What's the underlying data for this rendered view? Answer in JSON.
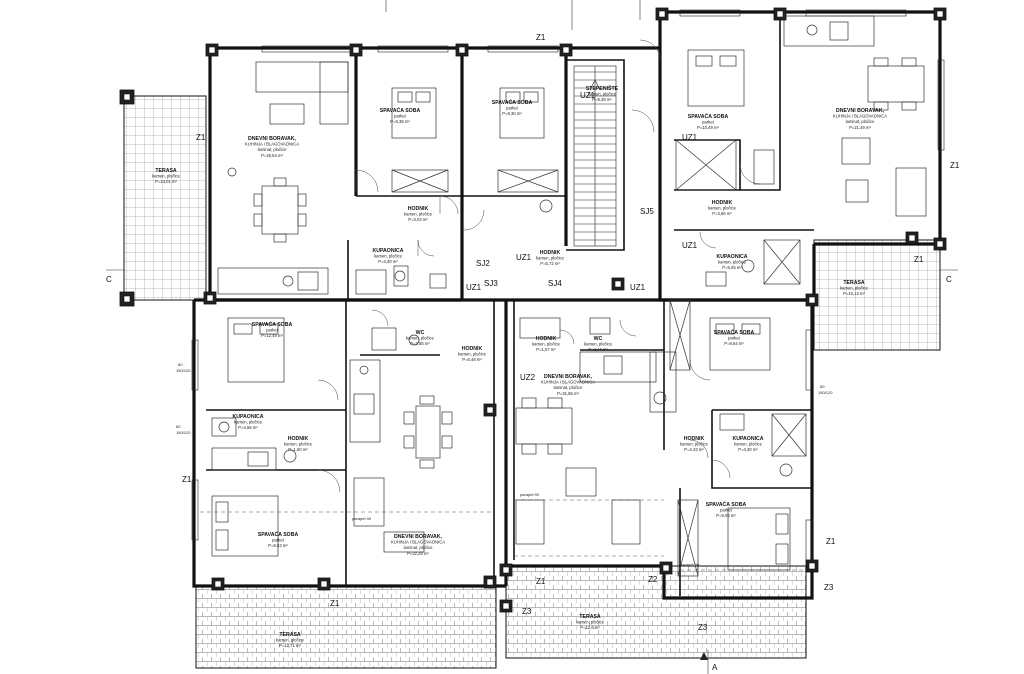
{
  "rooms": [
    {
      "id": "r1",
      "name": "DNEVNI BORAVAK,",
      "line2": "KUHINJA I BLAGOVAONICA",
      "line3": "laminat, pločice",
      "area": "P=26,54 m²"
    },
    {
      "id": "r2",
      "name": "SPAVAĆA SOBA",
      "line2": "parket",
      "area": "P=9,38 m²"
    },
    {
      "id": "r3",
      "name": "SPAVAĆA SOBA",
      "line2": "parket",
      "area": "P=9,30 m²"
    },
    {
      "id": "r4",
      "name": "STEPENIŠTE",
      "line2": "kamen, pločice",
      "area": "P=9,38 m²"
    },
    {
      "id": "r5",
      "name": "SPAVAĆA SOBA",
      "line2": "parket",
      "area": "P=10,49 m²"
    },
    {
      "id": "r6",
      "name": "DNEVNI BORAVAK,",
      "line2": "KUHINJA I BLAGOVAONICA",
      "line3": "laminat, pločice",
      "area": "P=21,49 m²"
    },
    {
      "id": "r7",
      "name": "TERASA",
      "line2": "kamen, pločice",
      "area": "P=13,01 m²"
    },
    {
      "id": "r8",
      "name": "HODNIK",
      "line2": "kamen, pločice",
      "area": "P=3,03 m²"
    },
    {
      "id": "r9",
      "name": "KUPAONICA",
      "line2": "kamen, pločice",
      "area": "P=3,30 m²"
    },
    {
      "id": "r10",
      "name": "HODNIK",
      "line2": "kamen, pločice",
      "area": "P=5,72 m²"
    },
    {
      "id": "r11",
      "name": "HODNIK",
      "line2": "kamen, pločice",
      "area": "P=3,66 m²"
    },
    {
      "id": "r12",
      "name": "KUPAONICA",
      "line2": "kamen, pločice",
      "area": "P=5,05 m²"
    },
    {
      "id": "r13",
      "name": "TERASA",
      "line2": "kamen, pločice",
      "area": "P=10,13 m²"
    },
    {
      "id": "r14",
      "name": "SPAVAĆA SOBA",
      "line2": "parket",
      "area": "P=12,49 m²"
    },
    {
      "id": "r15",
      "name": "WC",
      "line2": "kamen, pločice",
      "area": "P=2,55 m²"
    },
    {
      "id": "r16",
      "name": "HODNIK",
      "line2": "kamen, pločice",
      "area": "P=6,46 m²"
    },
    {
      "id": "r17",
      "name": "HODNIK",
      "line2": "kamen, pločice",
      "area": "P=1,07 m²"
    },
    {
      "id": "r18",
      "name": "WC",
      "line2": "kamen, pločice",
      "area": "P=2,44 m²"
    },
    {
      "id": "r19",
      "name": "SPAVAĆA SOBA",
      "line2": "parket",
      "area": "P=9,64 m²"
    },
    {
      "id": "r20",
      "name": "KUPAONICA",
      "line2": "kamen, pločice",
      "area": "P=4,56 m²"
    },
    {
      "id": "r21",
      "name": "HODNIK",
      "line2": "kamen, pločice",
      "area": "P=1,60 m²"
    },
    {
      "id": "r22",
      "name": "DNEVNI BORAVAK,",
      "line2": "KUHINJA I BLAGOVAONICA",
      "line3": "laminat, pločice",
      "area": "P=31,65 m²"
    },
    {
      "id": "r23",
      "name": "HODNIK",
      "line2": "kamen, pločice",
      "area": "P=2,43 m²"
    },
    {
      "id": "r24",
      "name": "KUPAONICA",
      "line2": "kamen, pločice",
      "area": "P=4,30 m²"
    },
    {
      "id": "r25",
      "name": "SPAVAĆA SOBA",
      "line2": "parket",
      "area": "P=9,53 m²"
    },
    {
      "id": "r26",
      "name": "DNEVNI BORAVAK,",
      "line2": "KUHINJA I BLAGOVAONICA",
      "line3": "laminat, pločice",
      "area": "P=22,29 m²"
    },
    {
      "id": "r27",
      "name": "SPAVAĆA SOBA",
      "line2": "parket",
      "area": "P=9,06 m²"
    },
    {
      "id": "r28",
      "name": "TERASA",
      "line2": "kamen, pločice",
      "area": "P=12,71 m²"
    },
    {
      "id": "r29",
      "name": "TERASA",
      "line2": "kamen, pločice",
      "area": "P=12,6 m²"
    }
  ],
  "marks": {
    "z1": "Z1",
    "z2": "Z2",
    "z3": "Z3",
    "uz1": "UZ1",
    "uz2": "UZ2",
    "sj2": "SJ2",
    "sj3": "SJ3",
    "sj4": "SJ4",
    "sj5": "SJ5",
    "c": "C",
    "a": "A"
  },
  "notes": {
    "parapet": "parapet 90",
    "dim1": "60",
    "dim2": "150/120"
  }
}
